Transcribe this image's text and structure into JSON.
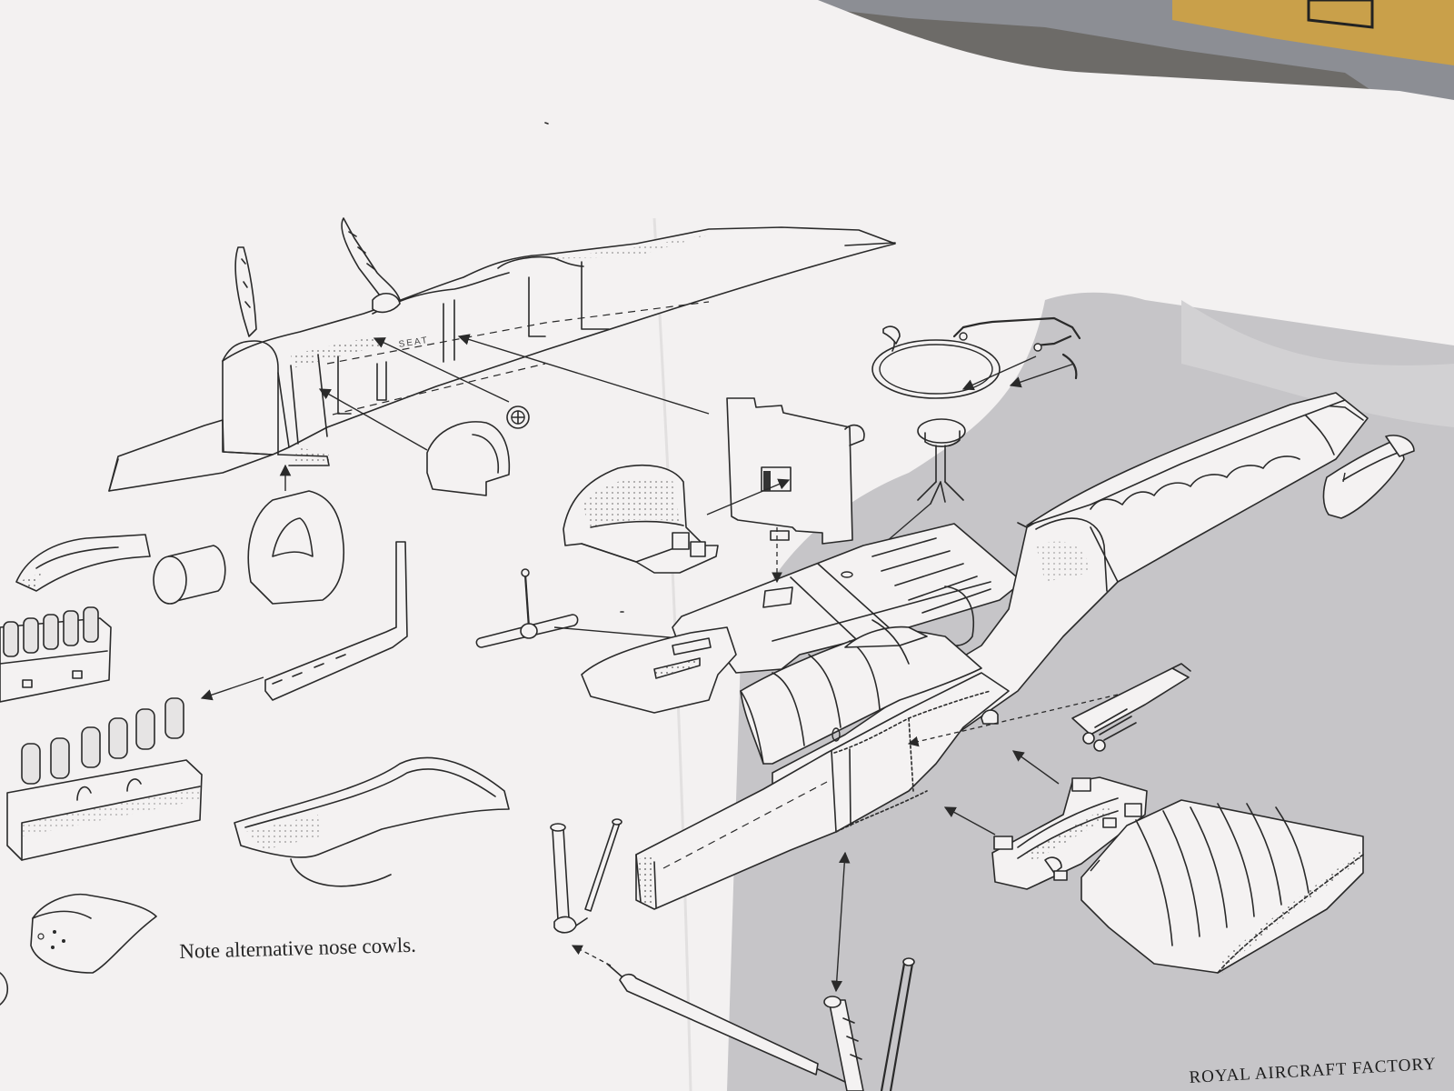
{
  "document": {
    "caption": "Note alternative nose cowls.",
    "footer": "ROYAL AIRCRAFT FACTORY",
    "seat_label": "SEAT"
  },
  "colors": {
    "paper": "#f3f1f1",
    "shadow": "#c6c5c8",
    "ink": "#2a2a2a",
    "background": "#6b6a68",
    "box_yellow": "#c9a04a"
  },
  "icons": {
    "roundel": "roundel-icon"
  }
}
